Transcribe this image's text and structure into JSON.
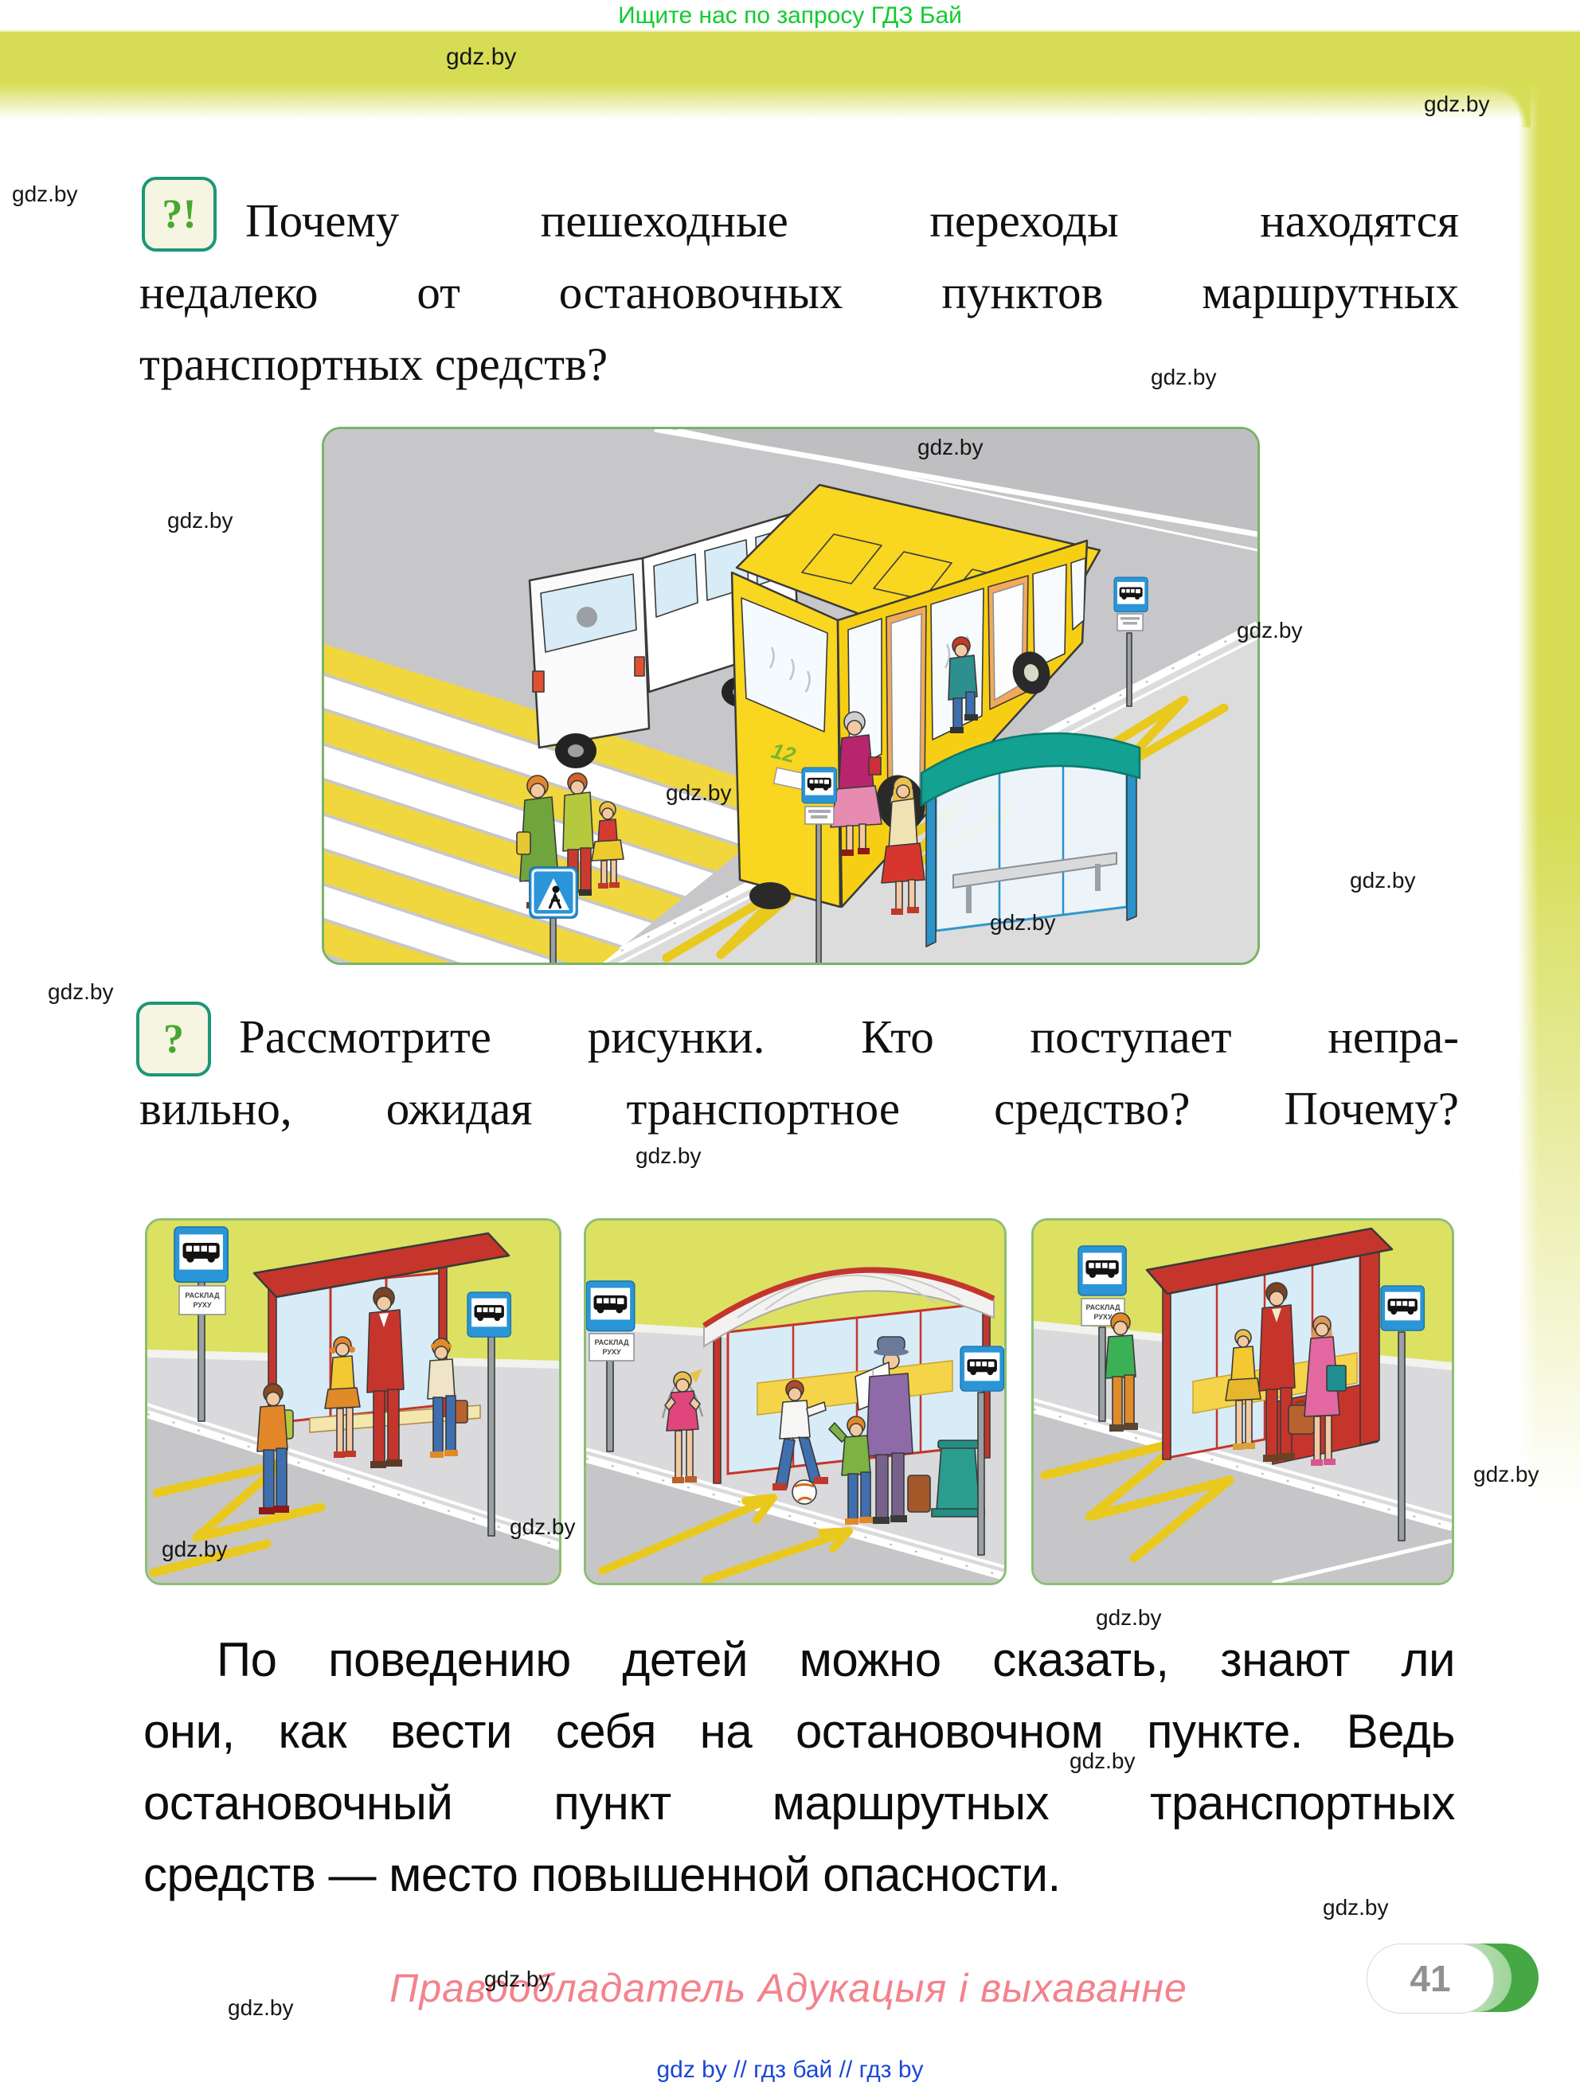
{
  "page": {
    "top_banner": "Ищите нас по запросу ГДЗ Бай",
    "watermark": "gdz.by",
    "number": "41",
    "footer_copyright": "Правообладатель Адукацыя і выхаванне",
    "footer_links": "gdz by  //  гдз бай  //  гдз by"
  },
  "question1": {
    "icon": "?!",
    "lines": [
      "Почему пешеходные переходы находятся",
      "недалеко от остановочных пунктов маршрутных",
      "транспортных средств?"
    ]
  },
  "question2": {
    "icon": "?",
    "lines": [
      "Рассмотрите рисунки. Кто поступает непра-",
      "вильно, ожидая транспортное средство? Почему?"
    ]
  },
  "paragraph": {
    "lines": [
      "По поведению детей можно сказать, знают ли",
      "они, как вести себя на остановочном пункте. Ведь",
      "остановочный пункт маршрутных транспортных",
      "средств — место повышенной опасности."
    ]
  },
  "illustration_main": {
    "bus_number": "12"
  },
  "signs": {
    "schedule_line1": "РАСКЛАД",
    "schedule_line2": "РУХУ"
  },
  "colors": {
    "header_bar": "#d6dd55",
    "accent_green": "#1e9678",
    "icon_glyph_green": "#4aa72e",
    "banner_green": "#13cb31",
    "footer_pink": "#f2838c",
    "footer_link_blue": "#1b47d7",
    "badge_green": "#45a845",
    "shelter_red": "#c5352c",
    "shelter_teal": "#13a191",
    "sign_blue": "#2a95d8",
    "bus_yellow": "#f9d61f"
  }
}
